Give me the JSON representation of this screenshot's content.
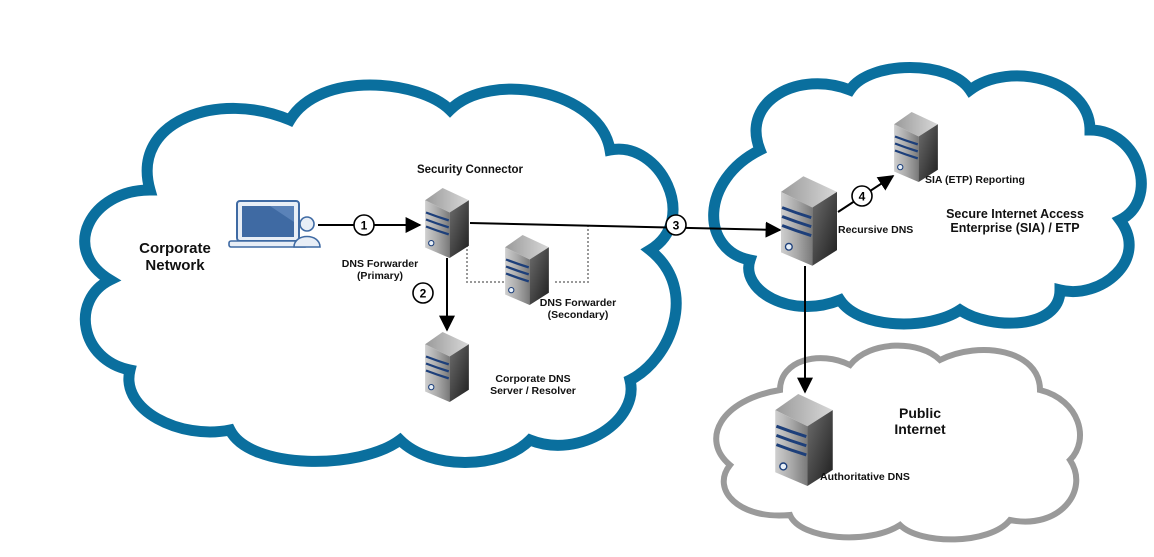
{
  "colors": {
    "cloud_primary": "#0a6f9e",
    "cloud_public": "#9a9a9a",
    "arrow": "#000000",
    "laptop": "#3f6aa3",
    "server_stripe": "#1d3f7a"
  },
  "clouds": {
    "corporate": {
      "label_line1": "Corporate",
      "label_line2": "Network"
    },
    "sia": {
      "label_line1": "Secure Internet Access",
      "label_line2": "Enterprise (SIA) / ETP"
    },
    "public": {
      "label_line1": "Public",
      "label_line2": "Internet"
    }
  },
  "nodes": {
    "laptop": {
      "icon": "laptop-user-icon"
    },
    "security_connector": {
      "title": "Security Connector"
    },
    "dns_forwarder_primary": {
      "line1": "DNS Forwarder",
      "line2": "(Primary)",
      "icon": "server-icon"
    },
    "dns_forwarder_secondary": {
      "line1": "DNS Forwarder",
      "line2": "(Secondary)",
      "icon": "server-icon"
    },
    "corporate_dns": {
      "line1": "Corporate DNS",
      "line2": "Server / Resolver",
      "icon": "server-icon"
    },
    "recursive_dns": {
      "label": "Recursive DNS",
      "icon": "server-icon"
    },
    "sia_reporting": {
      "label": "SIA (ETP) Reporting",
      "icon": "server-icon"
    },
    "authoritative_dns": {
      "label": "Authoritative DNS",
      "icon": "server-icon"
    }
  },
  "steps": [
    "1",
    "2",
    "3",
    "4"
  ]
}
